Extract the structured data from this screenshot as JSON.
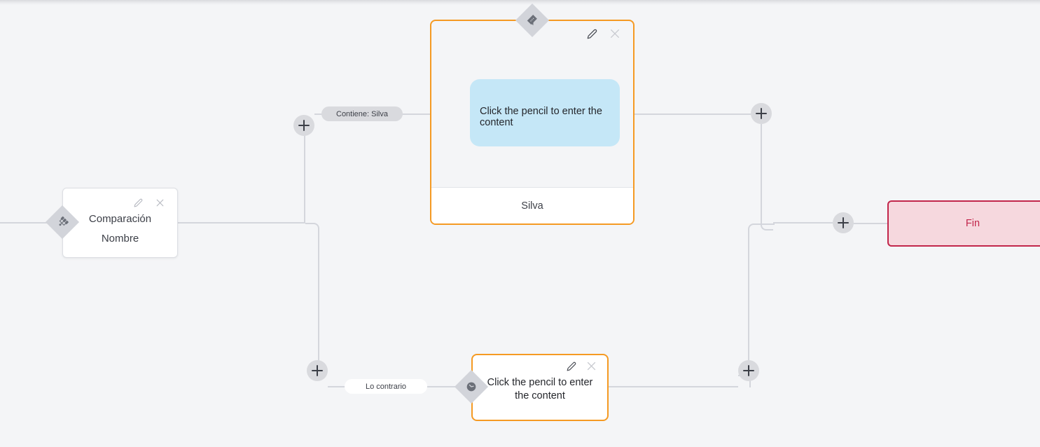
{
  "canvas": {
    "background_color": "#f4f5f7",
    "edge_color": "#d4d6dc"
  },
  "nodes": [
    {
      "id": "comparacion",
      "type": "condition",
      "badge_icon": "branch-icon",
      "title": "Comparación",
      "subtitle": "Nombre",
      "edit_icon": "pencil-icon",
      "close_icon": "close-icon",
      "border_color": "#dcdee3",
      "background_color": "#ffffff"
    },
    {
      "id": "message",
      "type": "message",
      "badge_icon": "chat-bubble-icon",
      "bubble_text": "Click the pencil to enter the content",
      "bubble_color": "#c5e7f7",
      "footer_label": "Silva",
      "edit_icon": "pencil-icon",
      "close_icon": "close-icon",
      "border_color": "#f59a23",
      "background_color": "#f4f5f7"
    },
    {
      "id": "delay",
      "type": "delay",
      "badge_icon": "clock-icon",
      "text": "Click the pencil to enter the content",
      "edit_icon": "pencil-icon",
      "close_icon": "close-icon",
      "border_color": "#f59a23",
      "background_color": "#ffffff"
    },
    {
      "id": "fin",
      "type": "end",
      "label": "Fin",
      "border_color": "#c2264b",
      "background_color": "#f6d8de",
      "text_color": "#c2264b"
    }
  ],
  "edge_labels": {
    "true_branch": "Contiene: Silva",
    "false_branch": "Lo contrario"
  },
  "add_buttons": [
    {
      "id": "add-top-left",
      "label": "+"
    },
    {
      "id": "add-top-right",
      "label": "+"
    },
    {
      "id": "add-bottom-left",
      "label": "+"
    },
    {
      "id": "add-bottom-right",
      "label": "+"
    },
    {
      "id": "add-end",
      "label": "+"
    }
  ]
}
